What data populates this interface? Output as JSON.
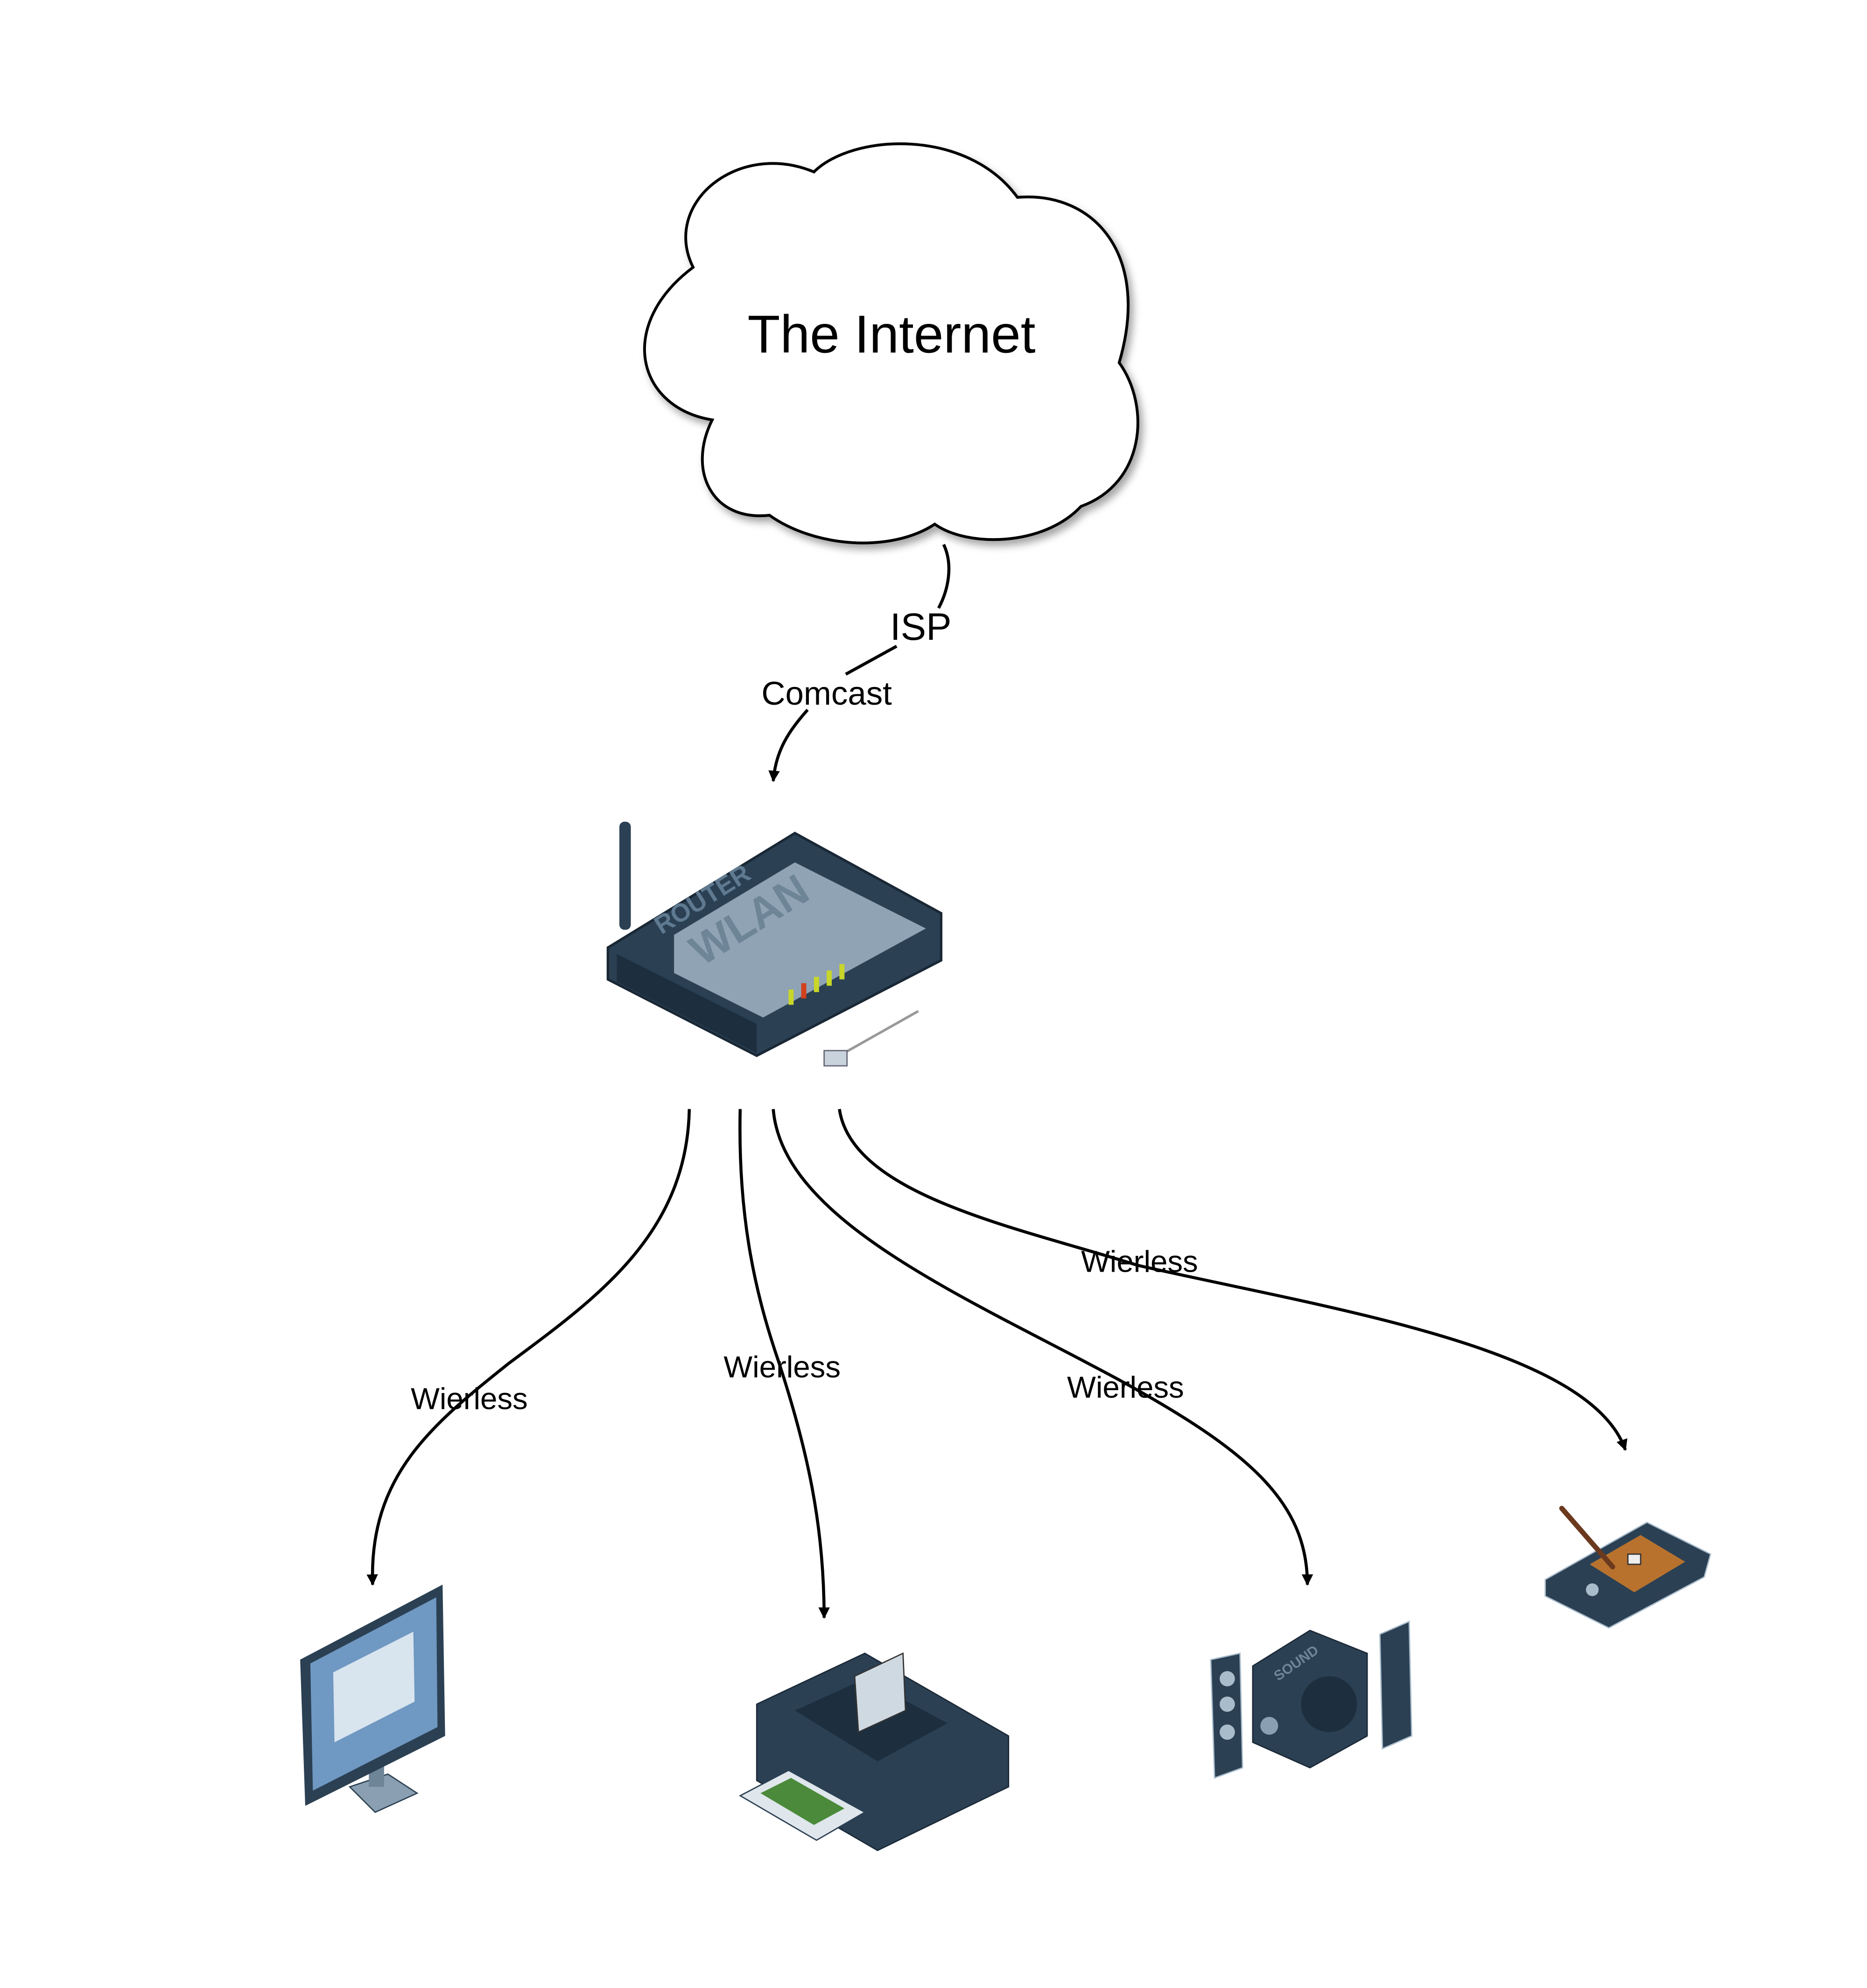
{
  "cloud": {
    "label": "The Internet"
  },
  "uplink": {
    "label_top": "ISP",
    "label_bottom": "Comcast"
  },
  "router": {
    "icon": "wireless-router-icon",
    "brand_text": "ROUTER",
    "panel_text": "WLAN"
  },
  "connections": [
    {
      "label": "Wierless",
      "target": "desktop-monitor"
    },
    {
      "label": "Wierless",
      "target": "printer"
    },
    {
      "label": "Wierless",
      "target": "speakers"
    },
    {
      "label": "Wierless",
      "target": "pda"
    }
  ],
  "devices": {
    "monitor": {
      "icon": "desktop-monitor-icon"
    },
    "printer": {
      "icon": "photo-printer-icon"
    },
    "speakers": {
      "icon": "speakers-icon",
      "brand_text": "SOUND"
    },
    "pda": {
      "icon": "pda-stylus-icon"
    }
  },
  "colors": {
    "device_dark": "#2b4053",
    "device_mid": "#5f7a90",
    "device_light": "#a9bccb",
    "led_green": "#c8d629",
    "led_red": "#d2401c",
    "pda_screen": "#b8722e"
  }
}
